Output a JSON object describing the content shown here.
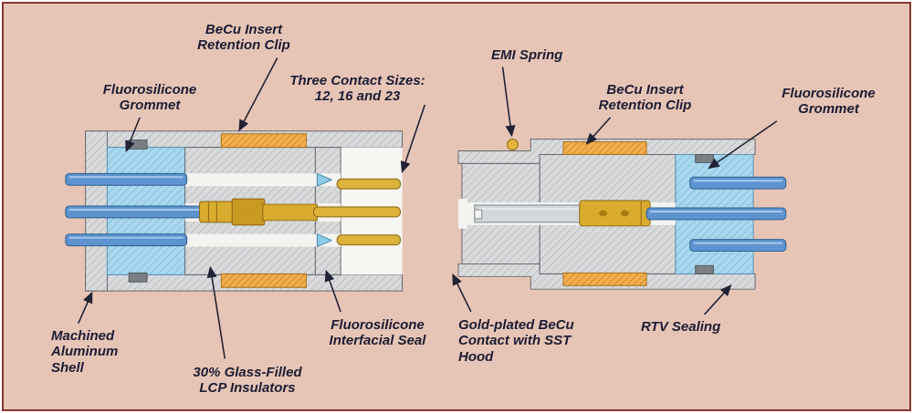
{
  "colors": {
    "background": "#e7c5b6",
    "border": "#8a3434",
    "shell_gray": "#d9dadc",
    "grommet_blue": "#a9d8ee",
    "clip_orange": "#f3ae4e",
    "contact_gold": "#d9ab2f",
    "hood_steel": "#d3d8dd",
    "wire_blue": "#5d93cf",
    "label_text": "#1c1c34"
  },
  "labels": {
    "becu_clip_left": "BeCu Insert\nRetention Clip",
    "fluorosilicone_grommet_left": "Fluorosilicone\nGrommet",
    "three_contact_sizes": "Three Contact Sizes:\n12, 16 and 23",
    "emi_spring": "EMI Spring",
    "becu_clip_right": "BeCu Insert\nRetention Clip",
    "fluorosilicone_grommet_right": "Fluorosilicone\nGrommet",
    "machined_aluminum_shell": "Machined\nAluminum\nShell",
    "lcp_insulators": "30% Glass-Filled\nLCP Insulators",
    "interfacial_seal": "Fluorosilicone\nInterfacial Seal",
    "gold_plated_contact": "Gold-plated BeCu\nContact with SST\nHood",
    "rtv_sealing": "RTV Sealing"
  }
}
